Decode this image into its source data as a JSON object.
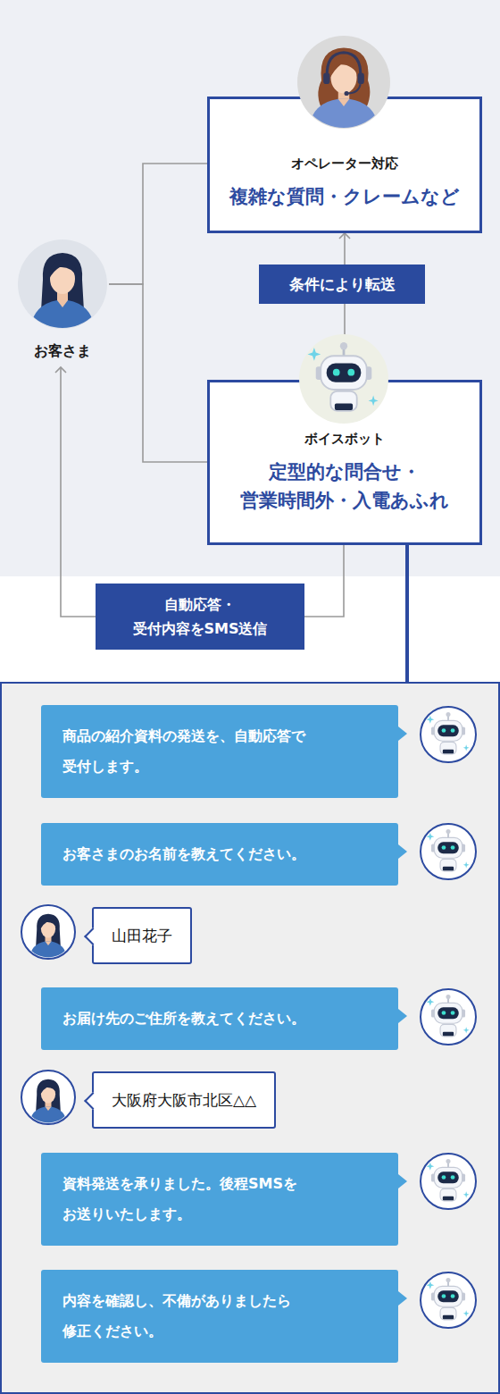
{
  "diagram": {
    "nodes": [
      {
        "text": [
          "オペレーター対応",
          "複雑な質問・クレームなど"
        ]
      },
      {
        "text": [
          "お客さま"
        ]
      },
      {
        "text": [
          "ボイスボット",
          "定型的な問合せ・ 営業時間外・入電あふれ"
        ]
      },
      {
        "text": []
      },
      {
        "text": [
          "商品の紹介資料の発送を、自動応答で 受付します。"
        ],
        "in": 3
      },
      {
        "text": [
          "お客さまのお名前を教えてください。"
        ],
        "in": 3
      },
      {
        "text": [
          "山田花子"
        ],
        "in": 3
      },
      {
        "text": [
          "お届け先のご住所を教えてください。"
        ],
        "in": 3
      },
      {
        "text": [
          "大阪府大阪市北区△△"
        ],
        "in": 3
      },
      {
        "text": [
          "資料発送を承りました。後程SMSを お送りいたします。"
        ],
        "in": 3
      },
      {
        "text": [
          "内容を確認し、不備がありましたら 修正ください。"
        ],
        "in": 3
      }
    ],
    "edges": [
      {
        "from": 1,
        "to": 0,
        "arrow": "none"
      },
      {
        "from": 1,
        "to": 2,
        "arrow": "none"
      },
      {
        "from": 2,
        "to": 0,
        "label": "条件により転送",
        "arrow": "to"
      },
      {
        "from": 2,
        "to": 1,
        "label": "自動応答・ 受付内容をSMS送信",
        "arrow": "to"
      },
      {
        "from": 2,
        "to": 3,
        "arrow": "none"
      }
    ]
  }
}
